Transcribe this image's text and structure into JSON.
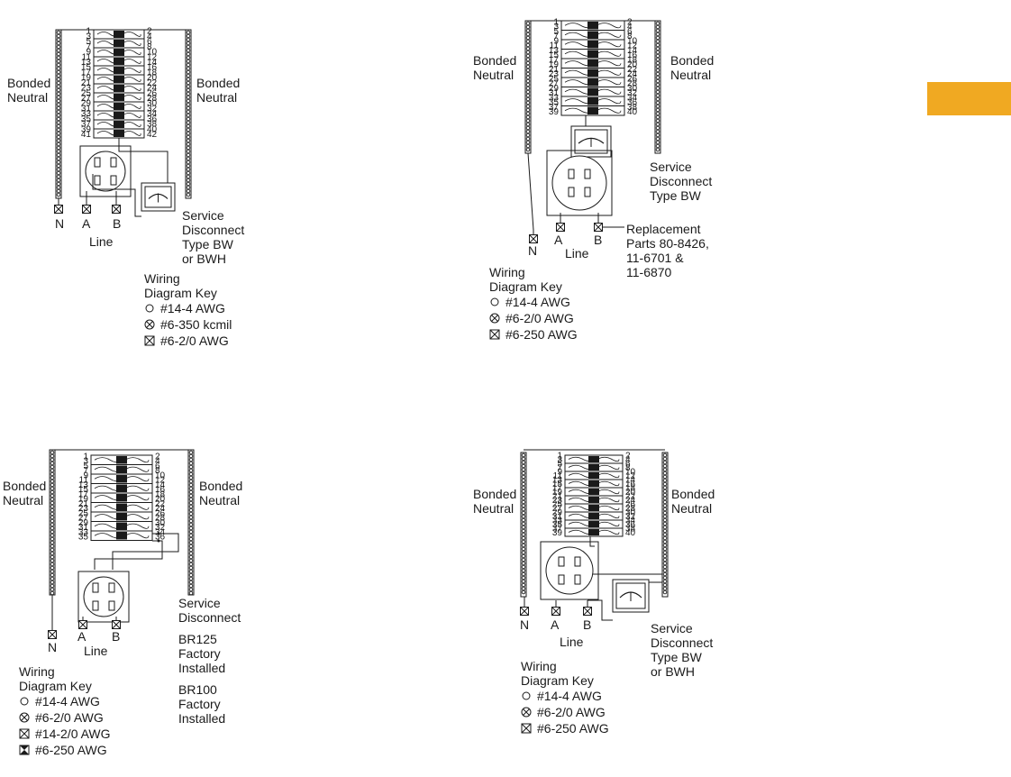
{
  "accent_color": "#F0A922",
  "diagrams": [
    {
      "id": "top-left",
      "neutral_left": [
        "Bonded",
        "Neutral"
      ],
      "neutral_right": [
        "Bonded",
        "Neutral"
      ],
      "left_numbers": [
        "1",
        "3",
        "5",
        "7",
        "9",
        "11",
        "13",
        "15",
        "17",
        "19",
        "21",
        "23",
        "25",
        "27",
        "29",
        "31",
        "33",
        "35",
        "37",
        "39",
        "41"
      ],
      "right_numbers": [
        "2",
        "4",
        "6",
        "8",
        "10",
        "12",
        "14",
        "16",
        "18",
        "20",
        "22",
        "24",
        "26",
        "28",
        "30",
        "32",
        "34",
        "36",
        "38",
        "40",
        "42"
      ],
      "terminals": [
        "N",
        "A",
        "B"
      ],
      "line_label": "Line",
      "disconnect": [
        "Service",
        "Disconnect",
        "Type BW",
        "or BWH"
      ],
      "key_title": [
        "Wiring",
        "Diagram Key"
      ],
      "key_items": [
        {
          "symbol": "circle-icon",
          "text": "#14-4 AWG"
        },
        {
          "symbol": "circle-x-icon",
          "text": "#6-350 kcmil"
        },
        {
          "symbol": "box-x-icon",
          "text": "#6-2/0 AWG"
        }
      ]
    },
    {
      "id": "top-right",
      "neutral_left": [
        "Bonded",
        "Neutral"
      ],
      "neutral_right": [
        "Bonded",
        "Neutral"
      ],
      "left_numbers": [
        "1",
        "3",
        "5",
        "7",
        "9",
        "11",
        "13",
        "15",
        "17",
        "19",
        "21",
        "23",
        "25",
        "27",
        "29",
        "31",
        "33",
        "35",
        "37",
        "39"
      ],
      "right_numbers": [
        "2",
        "4",
        "6",
        "8",
        "10",
        "12",
        "14",
        "16",
        "18",
        "20",
        "22",
        "24",
        "26",
        "28",
        "30",
        "32",
        "34",
        "36",
        "38",
        "40"
      ],
      "terminals": [
        "N",
        "A",
        "B"
      ],
      "line_label": "Line",
      "disconnect": [
        "Service",
        "Disconnect",
        "Type BW"
      ],
      "replacement": [
        "Replacement",
        "Parts 80-8426,",
        "11-6701 &",
        "11-6870"
      ],
      "key_title": [
        "Wiring",
        "Diagram Key"
      ],
      "key_items": [
        {
          "symbol": "circle-icon",
          "text": "#14-4 AWG"
        },
        {
          "symbol": "circle-x-icon",
          "text": "#6-2/0 AWG"
        },
        {
          "symbol": "box-x-icon",
          "text": "#6-250 AWG"
        }
      ]
    },
    {
      "id": "bottom-left",
      "neutral_left": [
        "Bonded",
        "Neutral"
      ],
      "neutral_right": [
        "Bonded",
        "Neutral"
      ],
      "left_numbers": [
        "1",
        "3",
        "5",
        "7",
        "9",
        "11",
        "13",
        "15",
        "17",
        "19",
        "21",
        "23",
        "25",
        "27",
        "29",
        "31",
        "33",
        "35"
      ],
      "right_numbers": [
        "2",
        "4",
        "6",
        "8",
        "10",
        "12",
        "14",
        "16",
        "18",
        "20",
        "22",
        "24",
        "26",
        "28",
        "30",
        "32",
        "34",
        "36"
      ],
      "terminals": [
        "N",
        "A",
        "B"
      ],
      "line_label": "Line",
      "disconnect": [
        "Service",
        "Disconnect"
      ],
      "factory_1": [
        "BR125",
        "Factory",
        "Installed"
      ],
      "factory_2": [
        "BR100",
        "Factory",
        "Installed"
      ],
      "key_title": [
        "Wiring",
        "Diagram Key"
      ],
      "key_items": [
        {
          "symbol": "circle-icon",
          "text": "#14-4 AWG"
        },
        {
          "symbol": "circle-x-icon",
          "text": "#6-2/0 AWG"
        },
        {
          "symbol": "box-x-icon",
          "text": "#14-2/0 AWG"
        },
        {
          "symbol": "box-bowtie-icon",
          "text": "#6-250 AWG"
        }
      ]
    },
    {
      "id": "bottom-right",
      "neutral_left": [
        "Bonded",
        "Neutral"
      ],
      "neutral_right": [
        "Bonded",
        "Neutral"
      ],
      "left_numbers": [
        "1",
        "3",
        "5",
        "7",
        "9",
        "11",
        "13",
        "15",
        "17",
        "19",
        "21",
        "23",
        "25",
        "27",
        "29",
        "31",
        "33",
        "35",
        "37",
        "39"
      ],
      "right_numbers": [
        "2",
        "4",
        "6",
        "8",
        "10",
        "12",
        "14",
        "16",
        "18",
        "20",
        "22",
        "24",
        "26",
        "28",
        "30",
        "32",
        "34",
        "36",
        "38",
        "40"
      ],
      "terminals": [
        "N",
        "A",
        "B"
      ],
      "line_label": "Line",
      "disconnect": [
        "Service",
        "Disconnect",
        "Type BW",
        "or BWH"
      ],
      "key_title": [
        "Wiring",
        "Diagram Key"
      ],
      "key_items": [
        {
          "symbol": "circle-icon",
          "text": "#14-4 AWG"
        },
        {
          "symbol": "circle-x-icon",
          "text": "#6-2/0 AWG"
        },
        {
          "symbol": "box-x-icon",
          "text": "#6-250 AWG"
        }
      ]
    }
  ]
}
